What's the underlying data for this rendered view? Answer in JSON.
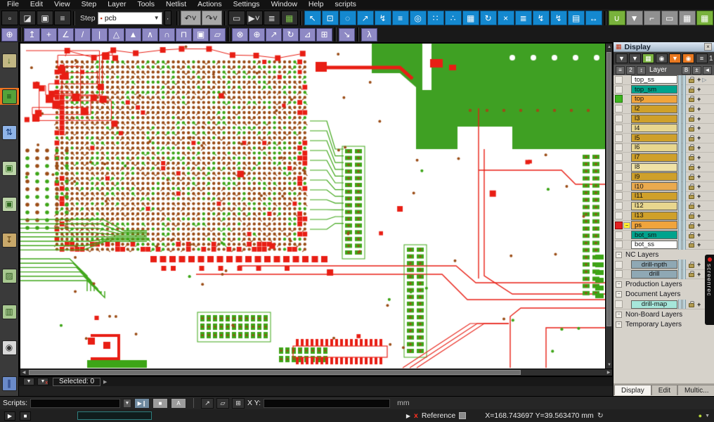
{
  "menu_bar": {
    "items": [
      "File",
      "Edit",
      "View",
      "Step",
      "Layer",
      "Tools",
      "Netlist",
      "Actions",
      "Settings",
      "Window",
      "Help",
      "scripts"
    ]
  },
  "toolbar_main": {
    "file_buttons": [
      "new-file",
      "open",
      "save",
      "print"
    ],
    "step_label": "Step",
    "step_value": "pcb",
    "history_buttons": [
      "undo",
      "redo"
    ],
    "view_buttons": [
      "screen-preview",
      "run-flow",
      "script-editor",
      "matrix"
    ],
    "select_buttons": [
      "select-pointer",
      "select-window",
      "select-lasso",
      "select-vertex",
      "highlight-net",
      "select-stack",
      "select-circle",
      "select-list",
      "select-scatter",
      "select-grid",
      "select-reference",
      "unselect-all",
      "net-table",
      "net-flash",
      "net-compare",
      "table-net",
      "measure"
    ],
    "mode_buttons": [
      {
        "name": "snap-magnet",
        "style": "green"
      },
      {
        "name": "filter-funnel",
        "style": "gray"
      },
      {
        "name": "profile-corner",
        "style": "gray"
      },
      {
        "name": "profile-rect",
        "style": "gray"
      },
      {
        "name": "fill-grid",
        "style": "gray"
      },
      {
        "name": "grid-edit",
        "style": "green"
      }
    ]
  },
  "toolbar_edit": {
    "groups": [
      [
        "add-pad"
      ],
      [
        "add-line",
        "add-crosshair",
        "add-angle",
        "add-slash",
        "add-vline",
        "add-arrow",
        "add-arrow-solid",
        "add-arch",
        "add-arch2",
        "add-gate",
        "add-gate-solid",
        "add-surface"
      ],
      [
        "delete",
        "duplicate",
        "move",
        "rotate",
        "mirror",
        "resize"
      ],
      [
        "slope"
      ],
      [
        "arc"
      ]
    ]
  },
  "sidebar": {
    "items": [
      {
        "name": "import",
        "active": false
      },
      {
        "name": "layers",
        "active": true
      },
      {
        "name": "export",
        "active": false
      },
      {
        "name": "frame",
        "active": false
      },
      {
        "name": "frame-settings",
        "active": false
      },
      {
        "name": "folder-out",
        "active": false
      },
      {
        "name": "panel-tools",
        "active": false
      },
      {
        "name": "panel-edit",
        "active": false
      },
      {
        "name": "viewer",
        "active": false
      },
      {
        "name": "library",
        "active": false
      }
    ]
  },
  "display_panel": {
    "title": "Display",
    "toolbar_buttons": [
      "filter",
      "filter-clear",
      "grid-view",
      "list-view",
      "tools",
      "visibility"
    ],
    "preset_value": "1",
    "header_buttons": [
      "columns",
      "sort",
      "updown"
    ],
    "column_header": "Layer",
    "side_letter": "B",
    "header_right": [
      "both-sides",
      "plus-minus",
      "pointer"
    ],
    "layers": [
      {
        "name": "top_ss",
        "color": "#ffffff",
        "marker": null
      },
      {
        "name": "top_sm",
        "color": "#00a38d",
        "marker": null
      },
      {
        "name": "top",
        "color": "#f0a43c",
        "marker": "active"
      },
      {
        "name": "l2",
        "color": "#cfa02a",
        "marker": null
      },
      {
        "name": "l3",
        "color": "#cfa02a",
        "marker": null
      },
      {
        "name": "l4",
        "color": "#e8d68e",
        "marker": null
      },
      {
        "name": "l5",
        "color": "#cfa02a",
        "marker": null
      },
      {
        "name": "l6",
        "color": "#e8d68e",
        "marker": null
      },
      {
        "name": "l7",
        "color": "#cfa02a",
        "marker": null
      },
      {
        "name": "l8",
        "color": "#f0e2a6",
        "marker": null
      },
      {
        "name": "l9",
        "color": "#cfa02a",
        "marker": null
      },
      {
        "name": "l10",
        "color": "#eaaa4e",
        "marker": null
      },
      {
        "name": "l11",
        "color": "#cfa02a",
        "marker": null
      },
      {
        "name": "l12",
        "color": "#e8d68e",
        "marker": null
      },
      {
        "name": "l13",
        "color": "#cfa02a",
        "marker": null
      },
      {
        "name": "ps",
        "color": "#f0a43c",
        "marker": "reference"
      },
      {
        "name": "bot_sm",
        "color": "#00a38d",
        "marker": null
      },
      {
        "name": "bot_ss",
        "color": "#ffffff",
        "marker": null
      }
    ],
    "nc_label": "NC Layers",
    "nc_layers": [
      {
        "name": "drill-npth",
        "color": "#8fa8b4"
      },
      {
        "name": "drill",
        "color": "#8fa8b4"
      }
    ],
    "production_label": "Production Layers",
    "document_label": "Document Layers",
    "document_layers": [
      {
        "name": "drill-map",
        "color": "#a6e6da"
      }
    ],
    "nonboard_label": "Non-Board Layers",
    "temporary_label": "Temporary Layers",
    "tabs": [
      {
        "label": "Display",
        "active": true
      },
      {
        "label": "Edit",
        "active": false
      },
      {
        "label": "Multic...",
        "active": false
      }
    ]
  },
  "selected_bar": {
    "text": "Selected: 0"
  },
  "scripts_bar": {
    "label": "Scripts:",
    "xy_label": "X Y:",
    "unit": "mm"
  },
  "status_bar": {
    "reference_label": "Reference",
    "coords": "X=168.743697 Y=39.563470 mm"
  },
  "screenrec": {
    "label": "screenrec"
  },
  "colors": {
    "trace_red": "#e81e14",
    "trace_green": "#3da517",
    "plane_green": "#3fa023",
    "via_brown": "#9b4d17",
    "accent_blue": "#1488cf",
    "accent_purple": "#8e89c4",
    "active_orange": "#ee7420"
  }
}
